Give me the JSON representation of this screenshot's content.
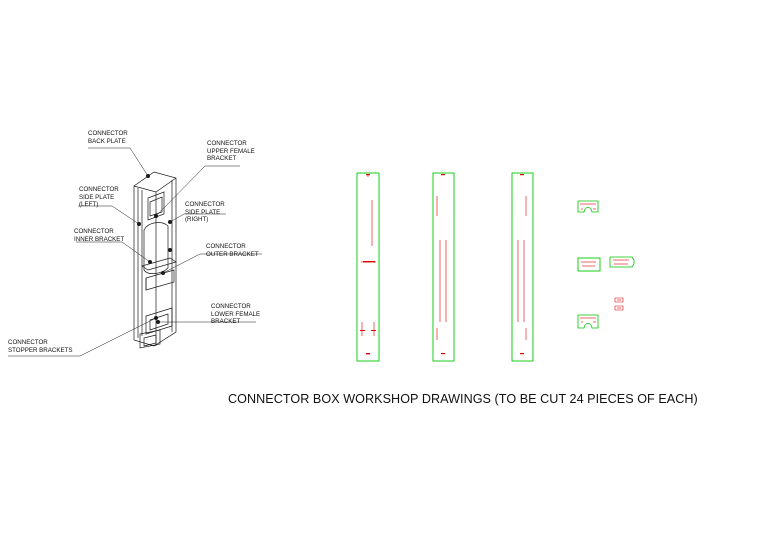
{
  "labels": {
    "back_plate": "CONNECTOR\nBACK PLATE",
    "upper_female_bracket": "CONNECTOR\nUPPER FEMALE\nBRACKET",
    "side_plate_left": "CONNECTOR\nSIDE PLATE\n(LEFT)",
    "side_plate_right": "CONNECTOR\nSIDE PLATE\n(RIGHT)",
    "inner_bracket": "CONNECTOR\nINNER BRACKET",
    "outer_bracket": "CONNECTOR\nOUTER BRACKET",
    "lower_female_bracket": "CONNECTOR\nLOWER FEMALE\nBRACKET",
    "stopper_brackets": "CONNECTOR\nSTOPPER BRACKETS"
  },
  "caption": "CONNECTOR BOX WORKSHOP DRAWINGS (TO BE CUT 24 PIECES OF EACH)",
  "colors": {
    "line": "#1a1a1a",
    "outline_green": "#00c800",
    "dim_red": "#e00000"
  }
}
